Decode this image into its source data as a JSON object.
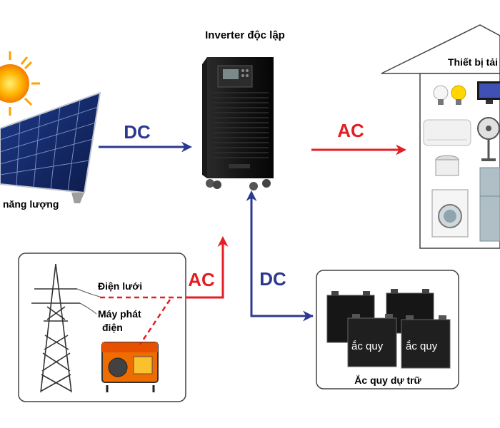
{
  "inverter": {
    "title": "Inverter độc lập"
  },
  "solar": {
    "label": "năng lượng"
  },
  "load": {
    "title": "Thiết bị tải"
  },
  "grid": {
    "grid_label": "Điện lưới",
    "generator_label_line1": "Máy phát",
    "generator_label_line2": "điện"
  },
  "battery": {
    "caption": "Ắc quy dự trữ",
    "unit_label": "ắc quy"
  },
  "flows": {
    "solar_to_inverter": "DC",
    "inverter_to_load": "AC",
    "grid_to_inverter": "AC",
    "inverter_to_battery": "DC"
  },
  "colors": {
    "dc": "#2b3990",
    "ac": "#e31e24",
    "text": "#000000"
  }
}
